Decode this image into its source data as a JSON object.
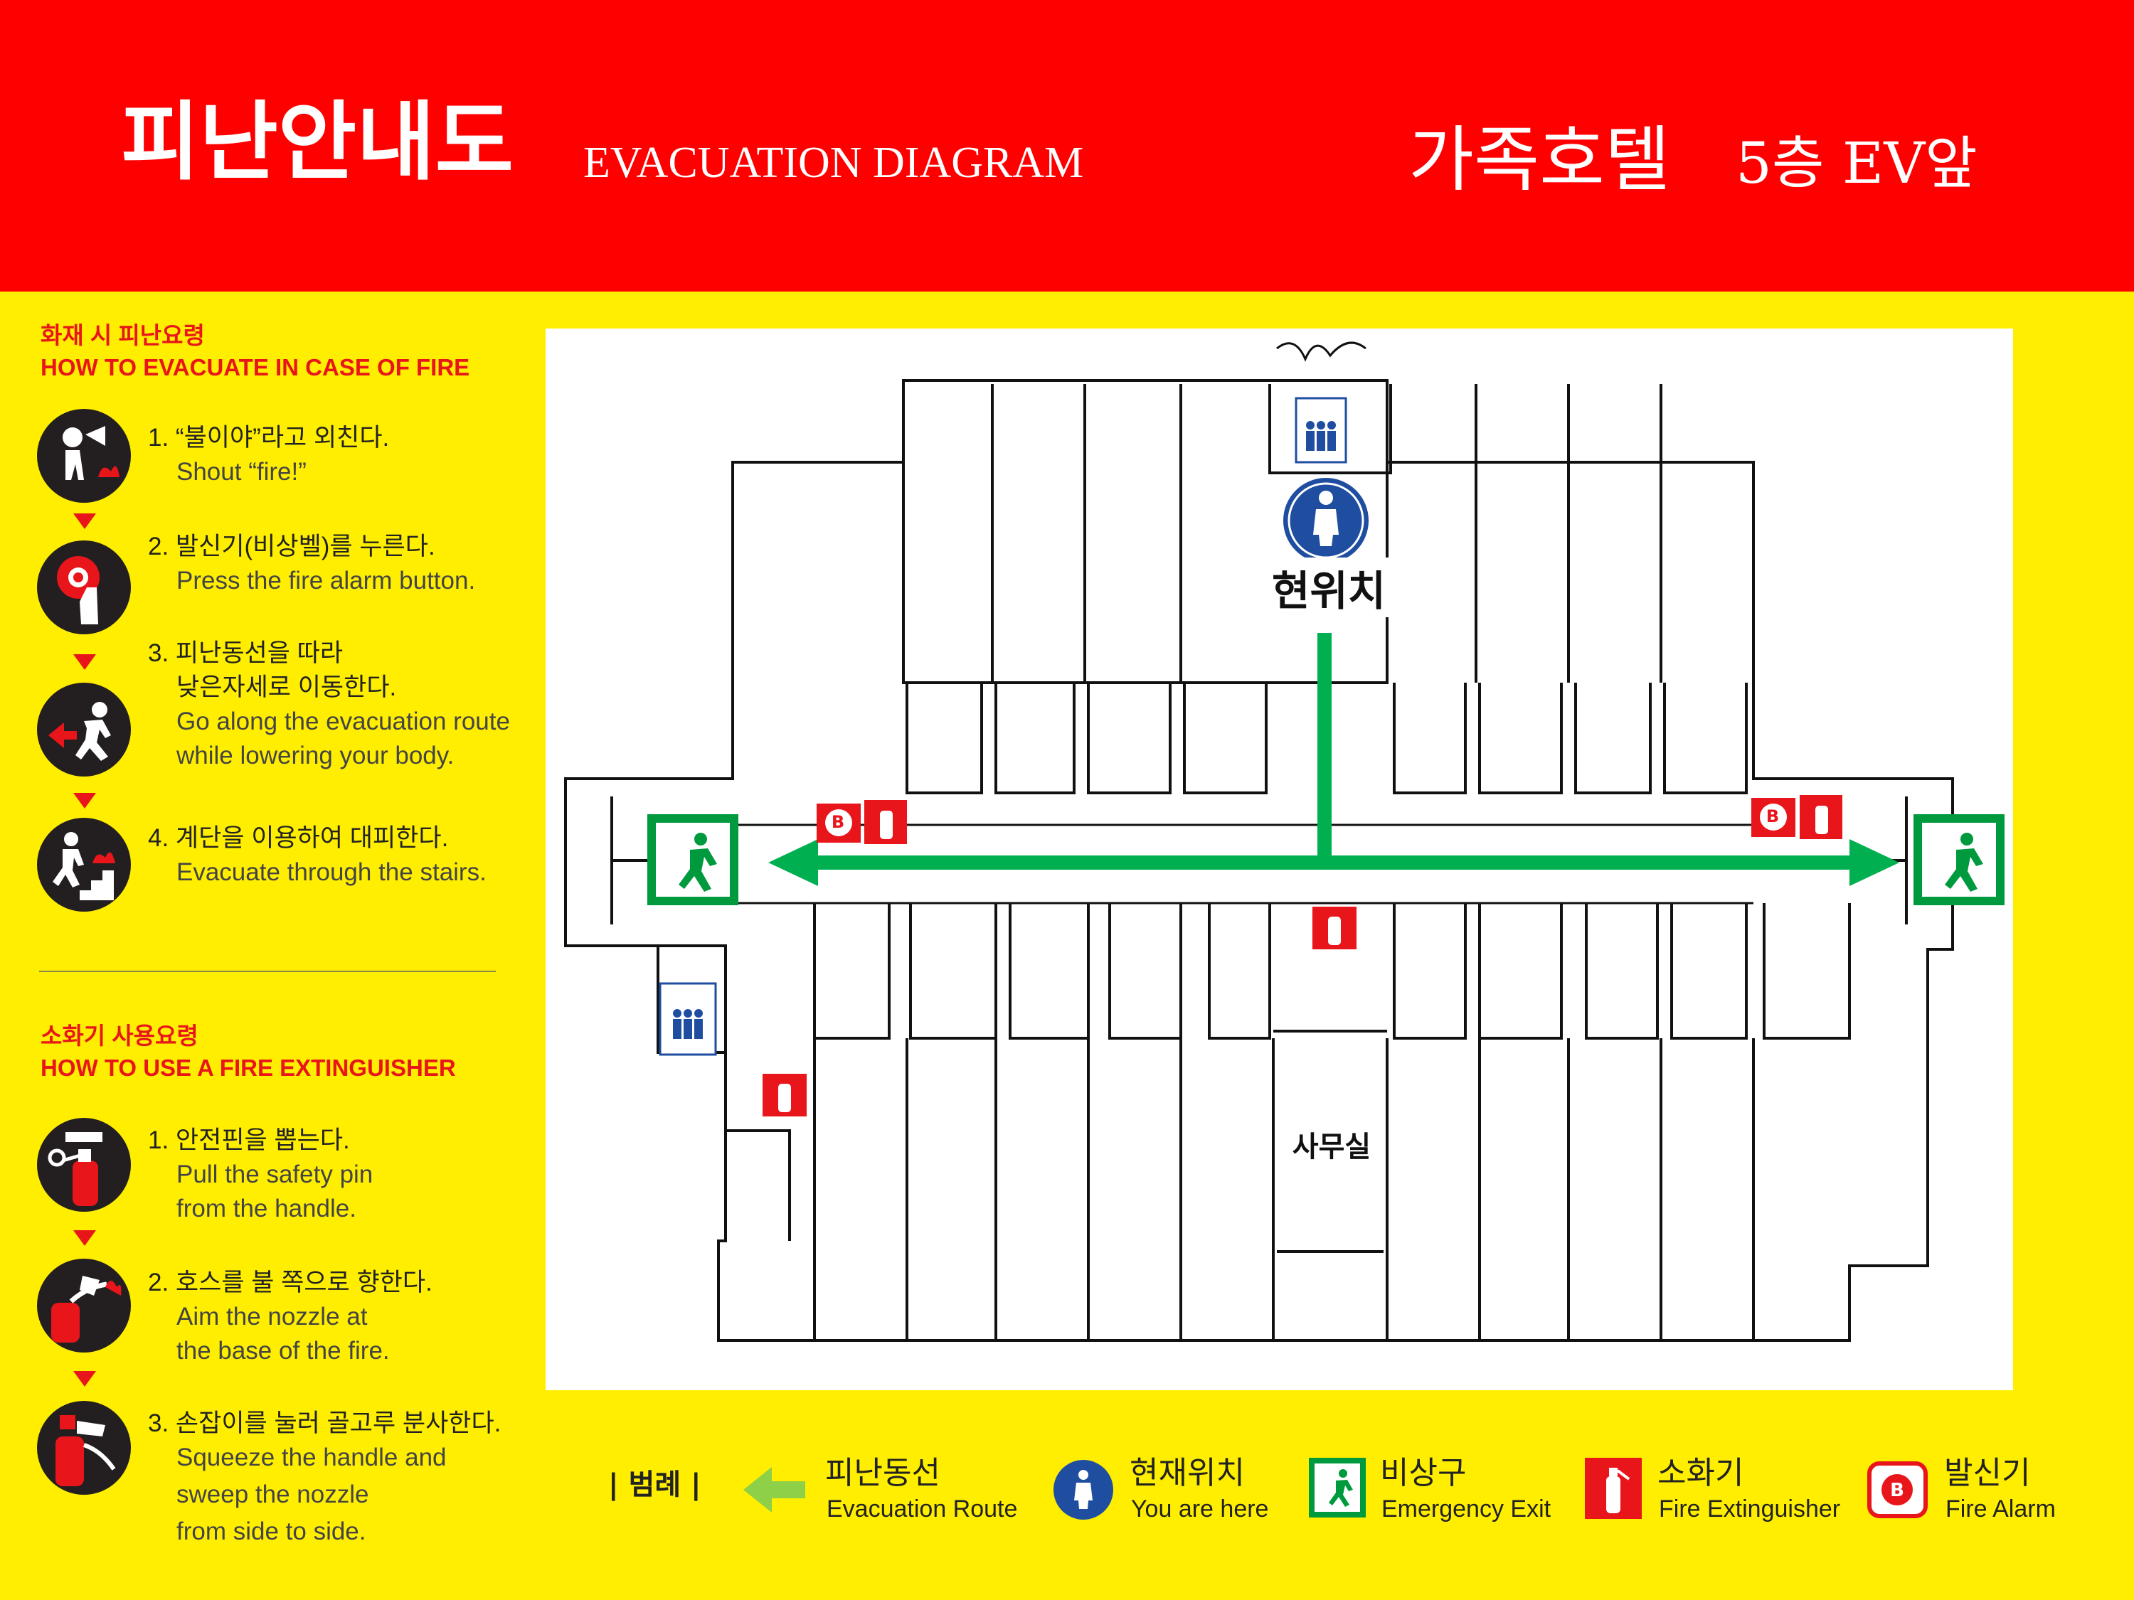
{
  "header": {
    "title_ko": "피난안내도",
    "title_en": "EVACUATION DIAGRAM",
    "location_name": "가족호텔",
    "location_floor": "5층 EV앞",
    "bg_color": "#ff0000"
  },
  "fire_section": {
    "title_ko": "화재 시 피난요령",
    "title_en": "HOW TO EVACUATE IN CASE OF FIRE",
    "steps": [
      {
        "ko": "1. “불이야”라고 외친다.",
        "en": "Shout “fire!”",
        "icon": "shout-icon"
      },
      {
        "ko": "2. 발신기(비상벨)를 누른다.",
        "en": "Press the fire alarm button.",
        "icon": "alarm-button-icon"
      },
      {
        "ko1": "3. 피난동선을 따라",
        "ko2": "낮은자세로 이동한다.",
        "en1": "Go along the evacuation route",
        "en2": "while lowering your body.",
        "icon": "low-run-icon"
      },
      {
        "ko": "4. 계단을 이용하여 대피한다.",
        "en": "Evacuate through the stairs.",
        "icon": "stairs-icon"
      }
    ]
  },
  "extinguisher_section": {
    "title_ko": "소화기 사용요령",
    "title_en": "HOW TO USE A FIRE EXTINGUISHER",
    "steps": [
      {
        "ko": "1. 안전핀을 뽑는다.",
        "en1": "Pull the safety pin",
        "en2": "from the handle.",
        "icon": "pull-pin-icon"
      },
      {
        "ko": "2. 호스를 불 쪽으로 향한다.",
        "en1": "Aim the nozzle at",
        "en2": "the base of the fire.",
        "icon": "aim-nozzle-icon"
      },
      {
        "ko": "3. 손잡이를 눌러 골고루 분사한다.",
        "en1": "Squeeze the handle and",
        "en2": "sweep the nozzle",
        "en3": "from side to side.",
        "icon": "squeeze-handle-icon"
      }
    ]
  },
  "floor_plan": {
    "current_location_label": "현위치",
    "office_label": "사무실",
    "route_color": "#00b050",
    "exit_color": "#009a3e",
    "extinguisher_color": "#e8151b",
    "you_are_here_color": "#1f4ea1"
  },
  "legend": {
    "title": "| 범례 |",
    "items": [
      {
        "ko": "피난동선",
        "en": "Evacuation Route",
        "icon": "evacuation-route-arrow-icon"
      },
      {
        "ko": "현재위치",
        "en": "You are here",
        "icon": "you-are-here-icon"
      },
      {
        "ko": "비상구",
        "en": "Emergency Exit",
        "icon": "emergency-exit-icon"
      },
      {
        "ko": "소화기",
        "en": "Fire Extinguisher",
        "icon": "fire-extinguisher-icon"
      },
      {
        "ko": "발신기",
        "en": "Fire Alarm",
        "icon": "fire-alarm-icon"
      }
    ]
  }
}
